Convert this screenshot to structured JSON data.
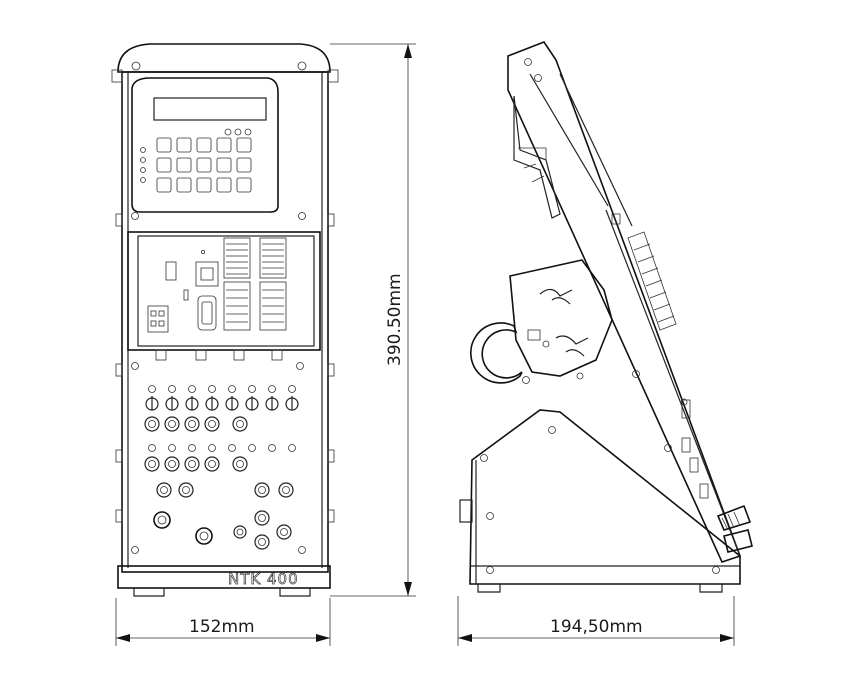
{
  "dimensions": {
    "width": "152mm",
    "height": "390.50mm",
    "depth": "194,50mm"
  },
  "device": {
    "model": "NTK 400"
  },
  "colors": {
    "line": "#222222",
    "background": "#ffffff"
  }
}
